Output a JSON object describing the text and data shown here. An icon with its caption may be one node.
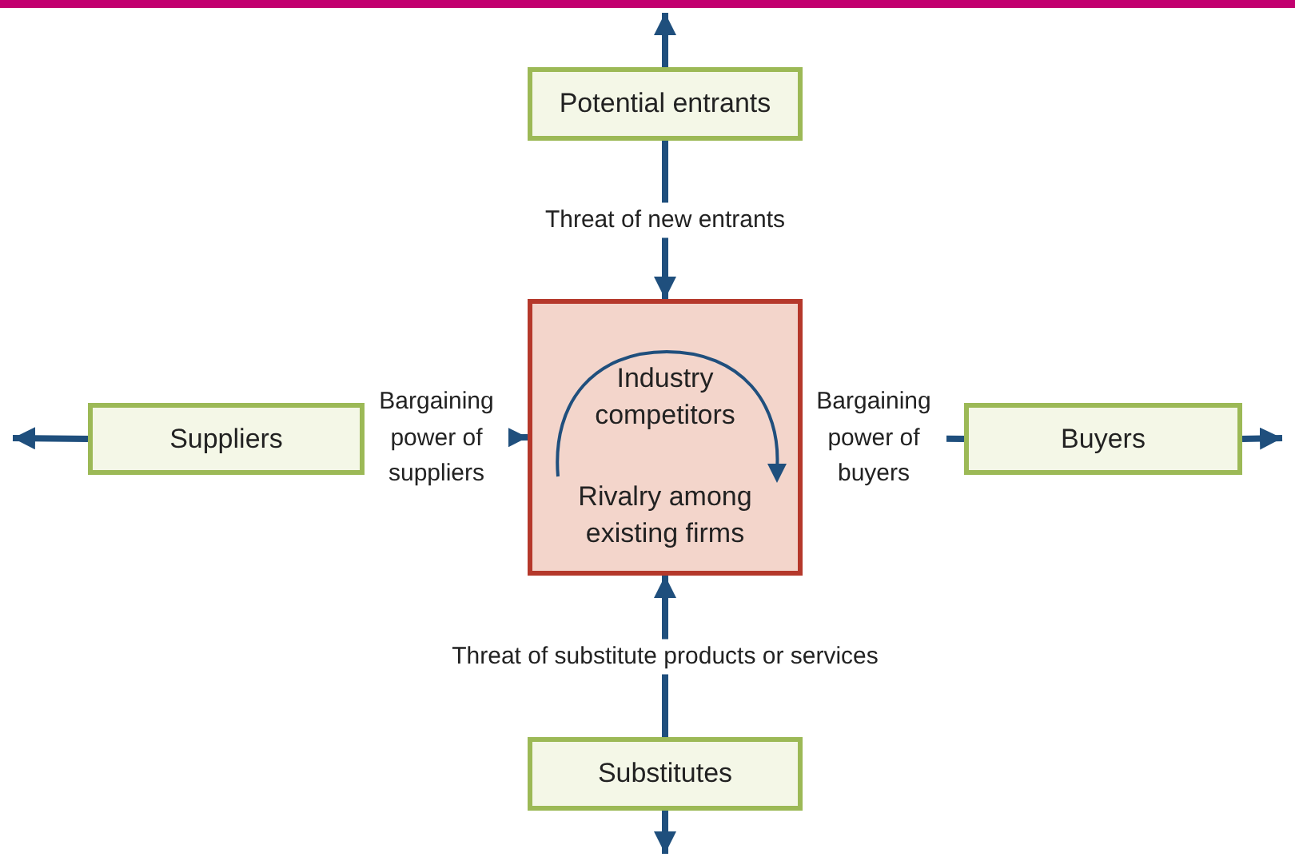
{
  "diagram": {
    "nodes": [
      {
        "text": [
          "Potential entrants"
        ]
      },
      {
        "text": [
          "Suppliers"
        ]
      },
      {
        "text": [
          "Industry competitors",
          "Rivalry among existing firms"
        ]
      },
      {
        "text": [
          "Buyers"
        ]
      },
      {
        "text": [
          "Substitutes"
        ]
      }
    ],
    "edges": [
      {
        "from": 0,
        "to": null,
        "arrow": "to"
      },
      {
        "from": 0,
        "to": 2,
        "arrow": "to",
        "label": "Threat of new entrants"
      },
      {
        "from": 1,
        "to": null,
        "arrow": "to"
      },
      {
        "from": 1,
        "to": 2,
        "arrow": "to",
        "label": "Bargaining power of suppliers"
      },
      {
        "from": 3,
        "to": 2,
        "arrow": "to",
        "label": "Bargaining power of buyers"
      },
      {
        "from": 3,
        "to": null,
        "arrow": "to"
      },
      {
        "from": 4,
        "to": 2,
        "arrow": "to",
        "label": "Threat of substitute products or services"
      },
      {
        "from": 4,
        "to": null,
        "arrow": "to"
      }
    ]
  }
}
